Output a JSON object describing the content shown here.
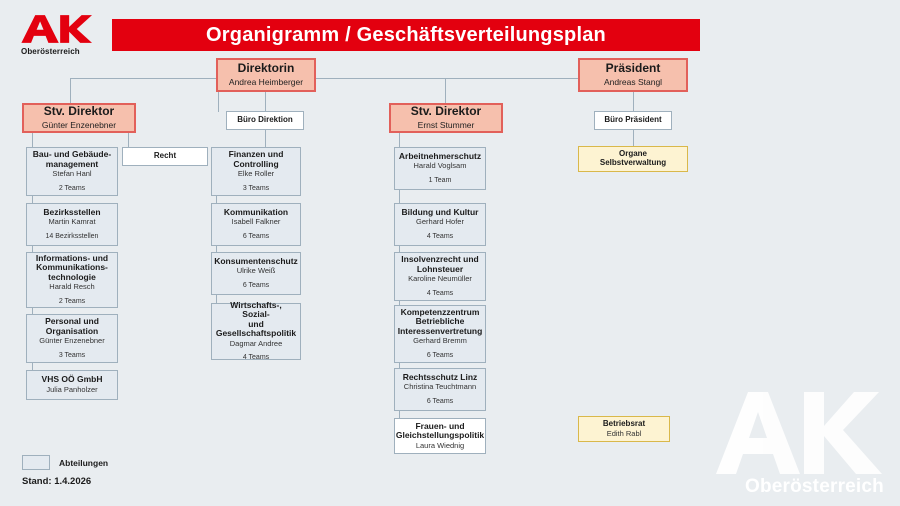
{
  "header": {
    "logo_name": "AK",
    "logo_sub": "Oberösterreich",
    "title": "Organigramm / Geschäftsverteilungsplan"
  },
  "watermark": {
    "mark": "AK",
    "sub": "Oberösterreich"
  },
  "colors": {
    "brand_red": "#e3000f",
    "chief_fill": "#f6c0ad",
    "chief_border": "#e2605a",
    "dept_fill": "#e4eaf0",
    "dept_border": "#9fb0bd",
    "yellow_fill": "#fdf3d2",
    "yellow_border": "#d9b84a",
    "page_bg": "#e9edf0"
  },
  "leadership": {
    "direktorin": {
      "title": "Direktorin",
      "person": "Andrea Heimberger"
    },
    "praesident": {
      "title": "Präsident",
      "person": "Andreas Stangl"
    },
    "stv_direktor_left": {
      "title": "Stv. Direktor",
      "person": "Günter Enzenebner"
    },
    "stv_direktor_mid": {
      "title": "Stv. Direktor",
      "person": "Ernst Stummer"
    }
  },
  "staff_units": {
    "buero_direktion": {
      "title": "Büro Direktion"
    },
    "buero_praesident": {
      "title": "Büro Präsident"
    },
    "recht": {
      "title": "Recht"
    }
  },
  "self_admin": {
    "organe": {
      "title_line1": "Organe",
      "title_line2": "Selbstverwaltung"
    },
    "betriebsrat": {
      "title": "Betriebsrat",
      "person": "Edith Rabl"
    }
  },
  "columns": {
    "col1": [
      {
        "title_line1": "Bau- und Gebäude-",
        "title_line2": "management",
        "person": "Stefan Hanl",
        "teams": "2 Teams"
      },
      {
        "title_line1": "Bezirksstellen",
        "title_line2": "",
        "person": "Martin Kamrat",
        "teams": "14 Bezirksstellen"
      },
      {
        "title_line1": "Informations- und",
        "title_line2": "Kommunikations-",
        "title_line3": "technologie",
        "person": "Harald Resch",
        "teams": "2 Teams"
      },
      {
        "title_line1": "Personal und",
        "title_line2": "Organisation",
        "person": "Günter Enzenebner",
        "teams": "3 Teams"
      },
      {
        "title_line1": "VHS OÖ GmbH",
        "title_line2": "",
        "person": "Julia Panholzer",
        "teams": ""
      }
    ],
    "col2": [
      {
        "title_line1": "Finanzen und",
        "title_line2": "Controlling",
        "person": "Elke Roller",
        "teams": "3 Teams"
      },
      {
        "title_line1": "Kommunikation",
        "title_line2": "",
        "person": "Isabell Falkner",
        "teams": "6 Teams"
      },
      {
        "title_line1": "Konsumentenschutz",
        "title_line2": "",
        "person": "Ulrike Weiß",
        "teams": "6 Teams"
      },
      {
        "title_line1": "Wirtschafts-, Sozial-",
        "title_line2": "und",
        "title_line3": "Gesellschaftspolitik",
        "person": "Dagmar Andree",
        "teams": "4 Teams"
      }
    ],
    "col3": [
      {
        "title_line1": "Arbeitnehmerschutz",
        "title_line2": "",
        "person": "Harald Voglsam",
        "teams": "1 Team"
      },
      {
        "title_line1": "Bildung und Kultur",
        "title_line2": "",
        "person": "Gerhard Hofer",
        "teams": "4 Teams"
      },
      {
        "title_line1": "Insolvenzrecht und",
        "title_line2": "Lohnsteuer",
        "person": "Karoline Neumüller",
        "teams": "4 Teams"
      },
      {
        "title_line1": "Kompetenzzentrum",
        "title_line2": "Betriebliche",
        "title_line3": "Interessenvertretung",
        "person": "Gerhard Bremm",
        "teams": "6 Teams"
      },
      {
        "title_line1": "Rechtsschutz Linz",
        "title_line2": "",
        "person": "Christina Teuchtmann",
        "teams": "6 Teams"
      },
      {
        "title_line1": "Frauen- und",
        "title_line2": "Gleichstellungspolitik",
        "person": "Laura Wiednig",
        "teams": ""
      }
    ]
  },
  "legend": {
    "swatch_label": "Abteilungen",
    "stand": "Stand: 1.4.2026"
  }
}
